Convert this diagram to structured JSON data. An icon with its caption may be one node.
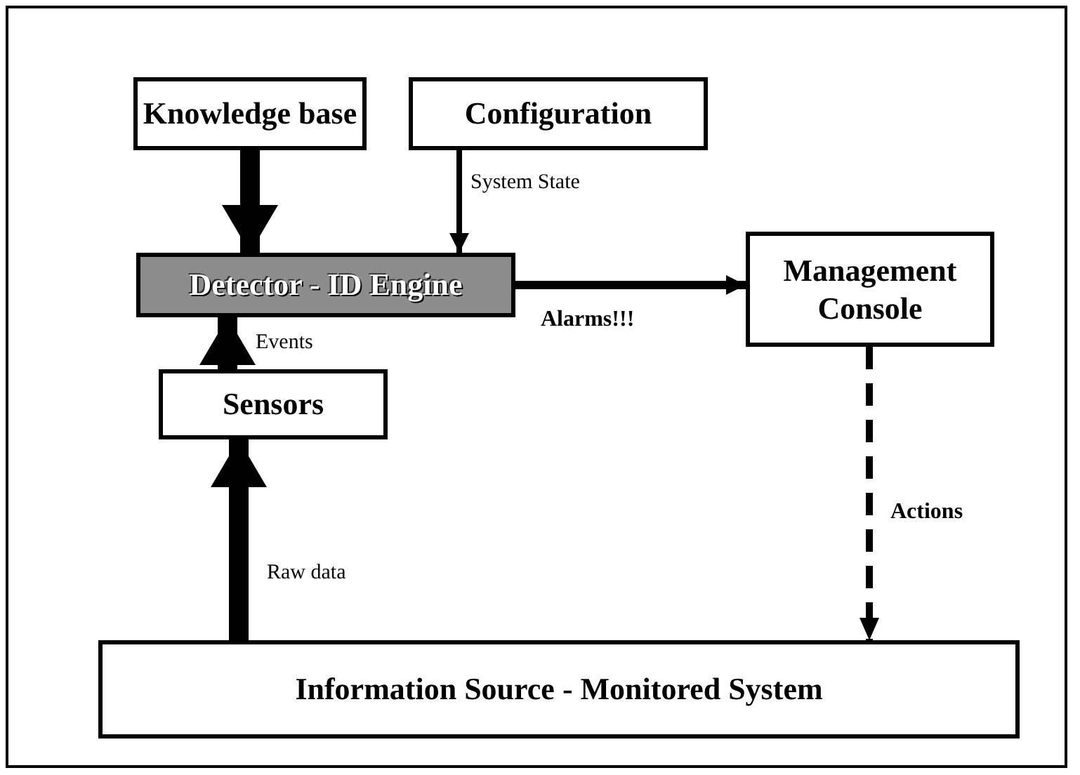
{
  "diagram": {
    "nodes": [
      {
        "text": [
          "Knowledge base"
        ]
      },
      {
        "text": [
          "Configuration"
        ]
      },
      {
        "text": [
          "Detector - ID Engine"
        ]
      },
      {
        "text": [
          "Management Console"
        ]
      },
      {
        "text": [
          "Sensors"
        ]
      },
      {
        "text": [
          "Information Source - Monitored System"
        ]
      }
    ],
    "edges": [
      {
        "from": 0,
        "to": 2,
        "arrow": "to",
        "style": "thick"
      },
      {
        "from": 1,
        "to": 2,
        "arrow": "to",
        "label": "System State"
      },
      {
        "from": 2,
        "to": 3,
        "arrow": "to",
        "label": "Alarms!!!"
      },
      {
        "from": 4,
        "to": 2,
        "arrow": "to",
        "label": "Events",
        "style": "thick"
      },
      {
        "from": 5,
        "to": 4,
        "arrow": "to",
        "label": "Raw data",
        "style": "thick"
      },
      {
        "from": 3,
        "to": 5,
        "arrow": "to",
        "label": "Actions",
        "style": "dashed"
      }
    ]
  }
}
